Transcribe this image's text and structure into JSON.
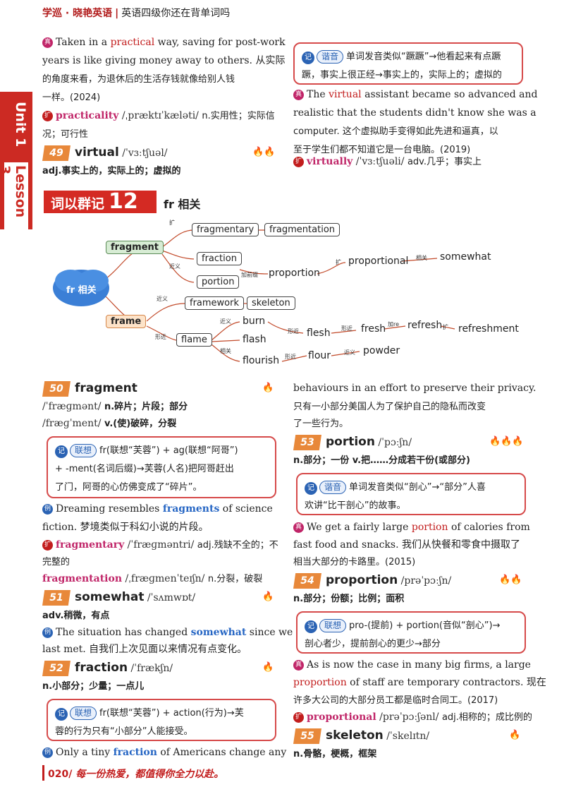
{
  "header": {
    "brand": "学巡 · 晓艳英语",
    "title": "英语四级你还在背单词吗"
  },
  "side_tab": {
    "unit": "Unit 1",
    "lesson": "Lesson 3"
  },
  "left_top": {
    "l1a": "Taken in a ",
    "l1b": "practical",
    "l1c": " way, saving for post-work",
    "l2": "years is like giving money away to others. 从实际",
    "l3": "的角度来看，为退休后的生活存钱就像给别人钱",
    "l4": "一样。(2024)",
    "ext_word": "practicality",
    "ext_phon": "/ˌpræktɪˈkæləti/",
    "ext_def": "n.实用性；实际信",
    "ext_def2": "况；可行性"
  },
  "virtual": {
    "num": "49",
    "word": "virtual",
    "phon": "/ˈvɜːtʃuəl/",
    "def": "adj.事实上的，实际上的；虚拟的",
    "tip_tag": "谐音",
    "tip1": "单词发音类似“蹶蹶”→他看起来有点蹶",
    "tip2": "蹶，事实上很正经→事实上的，实际上的；虚拟的",
    "ex1a": "The ",
    "ex1b": "virtual",
    "ex1c": " assistant became so advanced and",
    "ex2": "realistic that the students didn't know she was a",
    "ex3": "computer. 这个虚拟助手变得如此先进和逼真，以",
    "ex4": "至于学生们都不知道它是一台电脑。(2019)",
    "ext_word": "virtually",
    "ext_phon": "/ˈvɜːtʃuəli/",
    "ext_def": "adv.几乎；事实上"
  },
  "group": {
    "label": "词以群记",
    "num": "12",
    "topic": "fr 相关"
  },
  "mindmap": {
    "center": "fr 相关",
    "fragment": "fragment",
    "fragmentary": "fragmentary",
    "fragmentation": "fragmentation",
    "fraction": "fraction",
    "portion": "portion",
    "proportion": "proportion",
    "proportional": "proportional",
    "somewhat": "somewhat",
    "frame": "frame",
    "framework": "framework",
    "skeleton": "skeleton",
    "flame": "flame",
    "burn": "burn",
    "flash": "flash",
    "flourish": "flourish",
    "flesh": "flesh",
    "fresh": "fresh",
    "refresh": "refresh",
    "refreshment": "refreshment",
    "flour": "flour",
    "powder": "powder",
    "t_kuo": "扩",
    "t_jinyi": "近义",
    "t_qianzhui": "加前缀",
    "t_xiangguan": "相关",
    "t_xingjin": "形近",
    "t_jiare": "加re"
  },
  "fragment": {
    "num": "50",
    "word": "fragment",
    "phon1": "/ˈfræɡmənt/",
    "def1": "n.碎片；片段；部分",
    "phon2": "/fræɡˈment/",
    "def2": "v.(使)破碎，分裂",
    "tip_tag": "联想",
    "tip1": "fr(联想“芙蓉”) + ag(联想“阿哥”)",
    "tip2": "+ -ment(名词后缀)→芙蓉(人名)把阿哥赶出",
    "tip3": "了门，阿哥的心仿佛变成了“碎片”。",
    "ex1a": "Dreaming resembles ",
    "ex1b": "fragments",
    "ex1c": " of science",
    "ex2": "fiction. 梦境类似于科幻小说的片段。",
    "e1w": "fragmentary",
    "e1p": "/ˈfræɡməntri/",
    "e1d": "adj.残缺不全的；不",
    "e1d2": "完整的",
    "e2w": "fragmentation",
    "e2p": "/ˌfræɡmenˈteɪʃn/",
    "e2d": "n.分裂，破裂"
  },
  "somewhat": {
    "num": "51",
    "word": "somewhat",
    "phon": "/ˈsʌmwɒt/",
    "def": "adv.稍微，有点",
    "ex1a": "The situation has changed ",
    "ex1b": "somewhat",
    "ex1c": " since we",
    "ex2": "last met. 自我们上次见面以来情况有点变化。"
  },
  "fraction": {
    "num": "52",
    "word": "fraction",
    "phon": "/ˈfrækʃn/",
    "def": "n.小部分；少量；一点儿",
    "tip_tag": "联想",
    "tip1": "fr(联想“芙蓉”) + action(行为)→芙",
    "tip2": "蓉的行为只有“小部分”人能接受。",
    "ex1a": "Only a tiny ",
    "ex1b": "fraction",
    "ex1c": " of Americans change any"
  },
  "right_mid": {
    "l1": "behaviours in an effort to preserve their privacy.",
    "l2": "只有一小部分美国人为了保护自己的隐私而改变",
    "l3": "了一些行为。"
  },
  "portion": {
    "num": "53",
    "word": "portion",
    "phon": "/ˈpɔːʃn/",
    "def": "n.部分；一份   v.把……分成若干份(或部分)",
    "tip_tag": "谐音",
    "tip1": "单词发音类似“剖心”→“部分”人喜",
    "tip2": "欢讲“比干剖心”的故事。",
    "ex1a": "We get a fairly large ",
    "ex1b": "portion",
    "ex1c": " of calories from",
    "ex2": "fast food and snacks. 我们从快餐和零食中摄取了",
    "ex3": "相当大部分的卡路里。(2015)"
  },
  "proportion": {
    "num": "54",
    "word": "proportion",
    "phon": "/prəˈpɔːʃn/",
    "def": "n.部分；份额；比例；面积",
    "tip_tag": "联想",
    "tip1": "pro-(提前) + portion(音似“剖心”)→",
    "tip2": "剖心者少，提前剖心的更少→部分",
    "ex1": "As is now the case in many big firms, a large",
    "ex2a": "proportion",
    "ex2b": " of staff are temporary contractors. 现在",
    "ex3": "许多大公司的大部分员工都是临时合同工。(2017)",
    "ext_word": "proportional",
    "ext_phon": "/prəˈpɔːʃənl/",
    "ext_def": "adj.相称的；成比例的"
  },
  "skeleton": {
    "num": "55",
    "word": "skeleton",
    "phon": "/ˈskelɪtn/",
    "def": "n.骨骼，梗概，框架"
  },
  "footer": {
    "page": "020/",
    "motto": "每一份热爱，都值得你全力以赴。"
  },
  "icons": {
    "example": "example-icon",
    "extend": "extend-icon",
    "exam": "exam-icon",
    "fire": "fire-icon",
    "tip": "tip-icon"
  },
  "colors": {
    "red": "#c21d1d",
    "blue": "#2666c4",
    "orange": "#e8883a",
    "magenta": "#c02568"
  }
}
